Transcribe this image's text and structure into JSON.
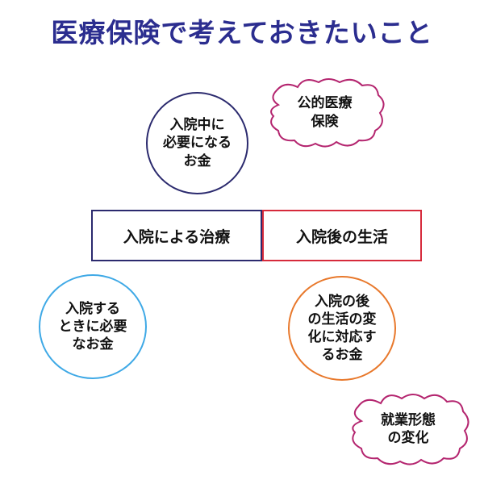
{
  "title": "医療保険で考えておきたいこと",
  "nodes": {
    "hospital_costs": "入院中に\n必要になる\nお金",
    "public_insurance": "公的医療\n保険",
    "treatment_by_hospitalization": "入院による治療",
    "life_after_hospitalization": "入院後の生活",
    "money_when_hospitalized": "入院する\nときに必要\nなお金",
    "money_for_life_changes": "入院の後\nの生活の変\n化に対応す\nるお金",
    "employment_change": "就業形態\nの変化"
  },
  "colors": {
    "title": "#2b2d8f",
    "navy": "#2b2a6e",
    "red": "#d62a3b",
    "sky": "#3fa9e6",
    "orange": "#e8782b",
    "magenta": "#b4256f"
  }
}
